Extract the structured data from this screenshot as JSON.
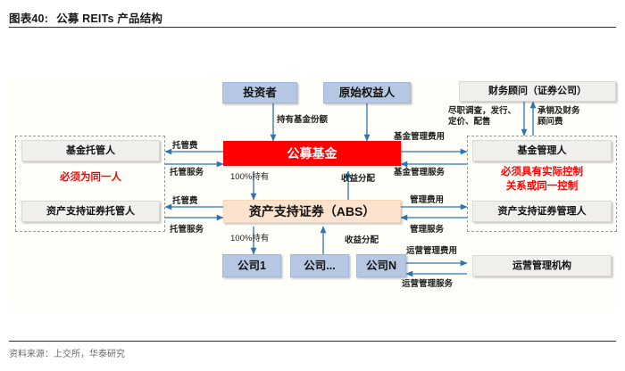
{
  "header": {
    "figure_number": "图表40:",
    "title": "公募 REITs 产品结构"
  },
  "nodes": {
    "investor": "投资者",
    "original_owner": "原始权益人",
    "financial_advisor": "财务顾问（证券公司）",
    "public_fund": "公募基金",
    "abs": "资产支持证券（ABS）",
    "fund_custodian": "基金托管人",
    "abs_custodian": "资产支持证券托管人",
    "fund_manager": "基金管理人",
    "abs_manager": "资产支持证券管理人",
    "operator": "运营管理机构",
    "company_1": "公司1",
    "company_mid": "公司...",
    "company_n": "公司N"
  },
  "annotations": {
    "left_note": "必须为同一人",
    "right_note": "必须具有实际控制\n关系或同一控制"
  },
  "edge_labels": {
    "hold_shares": "持有基金份额",
    "due_diligence": "尽职调查，发行、\n定价、配售",
    "underwriting_fee": "承销及财务\n顾问费",
    "custody_fee_top": "托管费",
    "custody_service_top": "托管服务",
    "custody_fee_bottom": "托管费",
    "custody_service_bottom": "托管服务",
    "fund_mgmt_fee": "基金管理费用",
    "fund_mgmt_service": "基金管理服务",
    "mgmt_fee": "管理费用",
    "mgmt_service": "管理服务",
    "hold_100_top": "100%持有",
    "income_dist_top": "收益分配",
    "hold_100_bottom": "100%持有",
    "income_dist_bottom": "收益分配",
    "op_mgmt_fee": "运营管理费用",
    "op_mgmt_service": "运营管理服务"
  },
  "footer": {
    "source": "资料来源：上交所，华泰研究"
  },
  "colors": {
    "public_fund_fill": "#fe0000",
    "abs_fill": "#fce3cd",
    "company_fill": "#b6c7e3",
    "institution_fill": "#f1efeb",
    "arrow": "#2e74b5",
    "warning_text": "#ff0000"
  }
}
